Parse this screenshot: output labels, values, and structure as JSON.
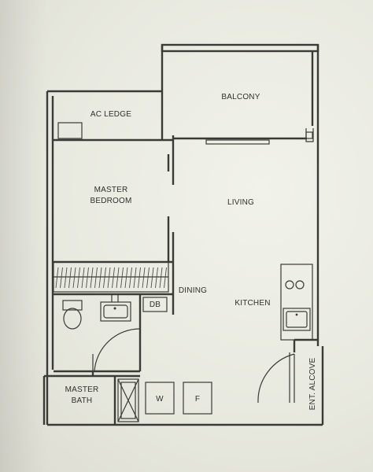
{
  "floor_plan": {
    "rooms": {
      "balcony": "BALCONY",
      "ac_ledge": "AC LEDGE",
      "master_bedroom_line1": "MASTER",
      "master_bedroom_line2": "BEDROOM",
      "living": "LIVING",
      "dining": "DINING",
      "kitchen": "KITCHEN",
      "master_bath_line1": "MASTER",
      "master_bath_line2": "BATH",
      "entrance_alcove": "ENT. ALCOVE"
    },
    "fixtures": {
      "distribution_board": "DB",
      "washer": "W",
      "fridge": "F"
    }
  }
}
